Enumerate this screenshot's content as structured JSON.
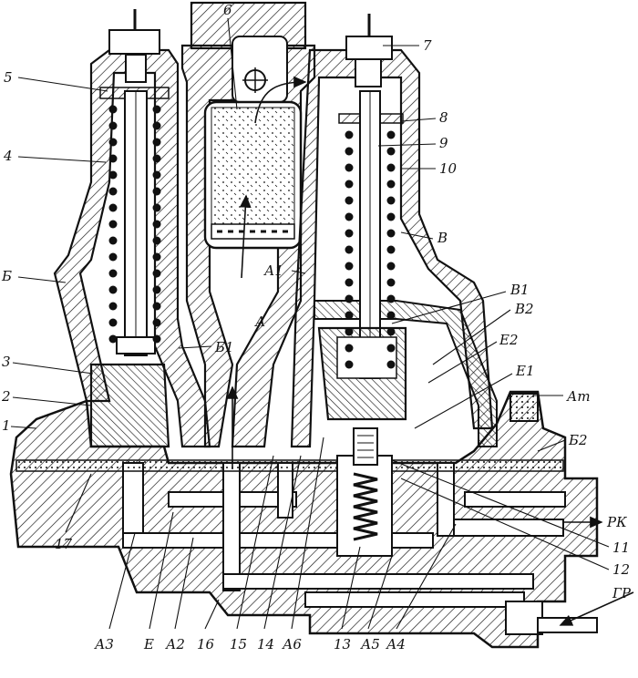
{
  "labels": {
    "n1": "1",
    "n2": "2",
    "n3": "3",
    "n4": "4",
    "n5": "5",
    "n6": "6",
    "n7": "7",
    "n8": "8",
    "n9": "9",
    "n10": "10",
    "n11": "11",
    "n12": "12",
    "n13": "13",
    "n14": "14",
    "n15": "15",
    "n16": "16",
    "n17": "17",
    "B": "Б",
    "V": "В",
    "B1": "Б1",
    "A": "А",
    "A1": "А1",
    "V1": "В1",
    "V2": "В2",
    "E2": "Е2",
    "E1": "Е1",
    "At": "Ат",
    "B2": "Б2",
    "RK": "РК",
    "GR": "ГР",
    "A3": "А3",
    "E": "Е",
    "A2": "А2",
    "A6": "А6",
    "A5": "А5",
    "A4": "А4"
  },
  "colors": {
    "ink": "#111111",
    "background": "#ffffff"
  }
}
